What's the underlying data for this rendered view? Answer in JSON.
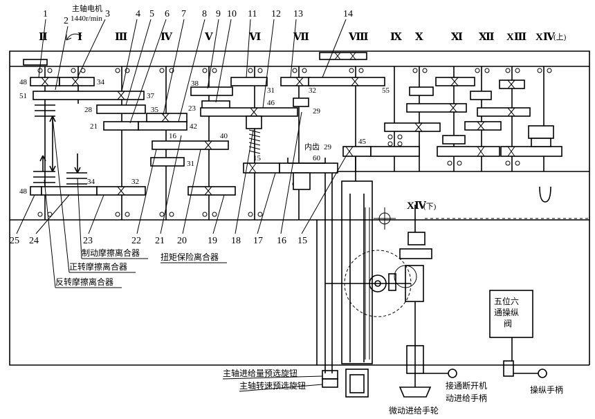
{
  "motor": {
    "name": "主轴电机",
    "speed": "1440r/min"
  },
  "shafts": [
    "Ⅱ",
    "Ⅰ",
    "Ⅲ",
    "Ⅳ",
    "Ⅴ",
    "Ⅵ",
    "Ⅶ",
    "Ⅷ",
    "Ⅸ",
    "Ⅹ",
    "Ⅺ",
    "Ⅻ",
    "XⅢ",
    "XⅣ"
  ],
  "shaft_upper_note": "(上)",
  "shaft_lower": {
    "label": "XⅣ",
    "note": "(下)"
  },
  "top_callouts": [
    "1",
    "2",
    "3",
    "4",
    "5",
    "6",
    "7",
    "8",
    "9",
    "10",
    "11",
    "12",
    "13",
    "14"
  ],
  "bottom_callouts": [
    "25",
    "24",
    "23",
    "22",
    "21",
    "20",
    "19",
    "18",
    "17",
    "16",
    "15"
  ],
  "teeth": [
    "48",
    "34",
    "51",
    "37",
    "28",
    "21",
    "35",
    "42",
    "38",
    "23",
    "31",
    "46",
    "32",
    "55",
    "29",
    "16",
    "40",
    "31",
    "48",
    "34",
    "32",
    "15",
    "60",
    "45"
  ],
  "inner_gear_label": "内齿",
  "clutches": {
    "brake": "制动摩擦离合器",
    "forward": "正转摩擦离合器",
    "reverse": "反转摩擦离合器",
    "torque": "扭矩保险离合器"
  },
  "controls": {
    "feed_knob": "主轴进给量预选旋钮",
    "speed_knob": "主轴转速预选旋钮",
    "fine_handwheel": "微动进给手轮",
    "engage_handle": "接通断开机动进给手柄",
    "operate_handle": "操纵手柄",
    "valve": "五位六通操纵阀"
  }
}
